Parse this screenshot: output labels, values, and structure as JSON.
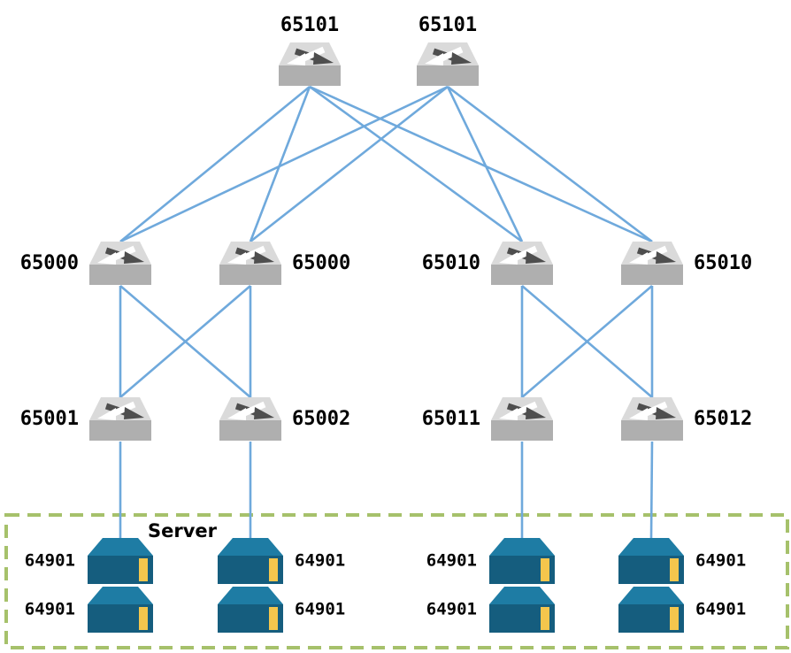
{
  "colors": {
    "link_blue": "#6FA9DC",
    "box_green": "#A6C16B",
    "switch_top": "#DADADA",
    "switch_front": "#AFAFAF",
    "switch_arrow_dark": "#4E4E4E",
    "server_top": "#1E7CA4",
    "server_front": "#155D7E",
    "server_stripe": "#F4C64D",
    "text": "#000000"
  },
  "server_group": {
    "label": "Server"
  },
  "nodes": {
    "superspine1": {
      "label": "65101"
    },
    "superspine2": {
      "label": "65101"
    },
    "spine1": {
      "label": "65000"
    },
    "spine2": {
      "label": "65000"
    },
    "spine3": {
      "label": "65010"
    },
    "spine4": {
      "label": "65010"
    },
    "leaf1": {
      "label": "65001"
    },
    "leaf2": {
      "label": "65002"
    },
    "leaf3": {
      "label": "65011"
    },
    "leaf4": {
      "label": "65012"
    },
    "server1a": {
      "label": "64901"
    },
    "server1b": {
      "label": "64901"
    },
    "server2a": {
      "label": "64901"
    },
    "server2b": {
      "label": "64901"
    },
    "server3a": {
      "label": "64901"
    },
    "server3b": {
      "label": "64901"
    },
    "server4a": {
      "label": "64901"
    },
    "server4b": {
      "label": "64901"
    }
  },
  "links": [
    {
      "from": "superspine1",
      "to": "spine1"
    },
    {
      "from": "superspine1",
      "to": "spine2"
    },
    {
      "from": "superspine1",
      "to": "spine3"
    },
    {
      "from": "superspine1",
      "to": "spine4"
    },
    {
      "from": "superspine2",
      "to": "spine1"
    },
    {
      "from": "superspine2",
      "to": "spine2"
    },
    {
      "from": "superspine2",
      "to": "spine3"
    },
    {
      "from": "superspine2",
      "to": "spine4"
    },
    {
      "from": "spine1",
      "to": "leaf1"
    },
    {
      "from": "spine1",
      "to": "leaf2"
    },
    {
      "from": "spine2",
      "to": "leaf1"
    },
    {
      "from": "spine2",
      "to": "leaf2"
    },
    {
      "from": "spine3",
      "to": "leaf3"
    },
    {
      "from": "spine3",
      "to": "leaf4"
    },
    {
      "from": "spine4",
      "to": "leaf3"
    },
    {
      "from": "spine4",
      "to": "leaf4"
    },
    {
      "from": "leaf1",
      "to": "server1a"
    },
    {
      "from": "leaf2",
      "to": "server2a"
    },
    {
      "from": "leaf3",
      "to": "server3a"
    },
    {
      "from": "leaf4",
      "to": "server4a"
    }
  ]
}
